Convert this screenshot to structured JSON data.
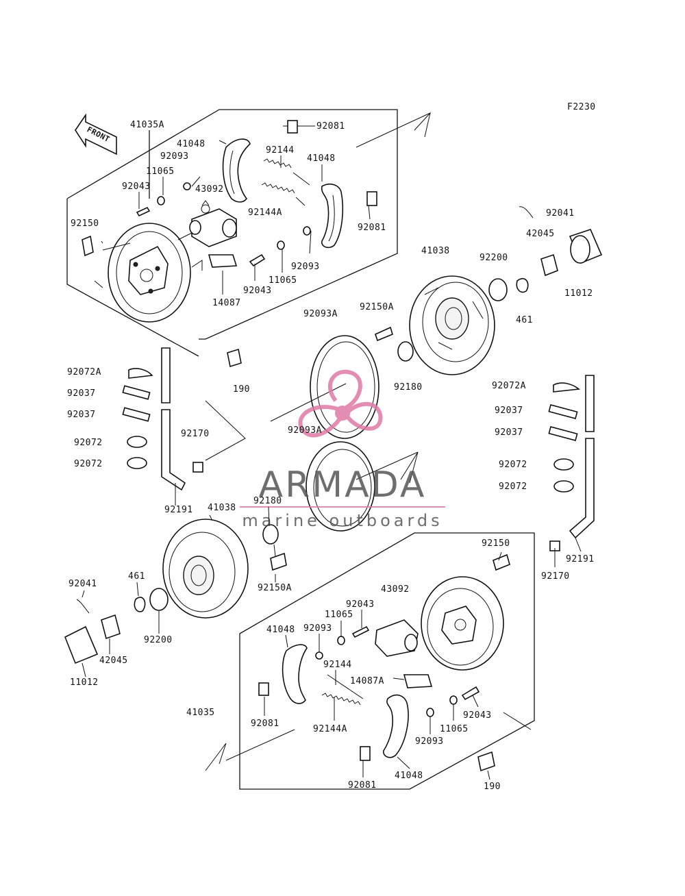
{
  "figure_code": "F2230",
  "front_marker": "FRONT",
  "watermark": {
    "brand": "ARMADA",
    "tagline": "marine outboards",
    "accent": "#e07aa6",
    "color": "#555555"
  },
  "labels": {
    "l41035A": "41035A",
    "l41048a": "41048",
    "l92081a": "92081",
    "l92093a": "92093",
    "l92144a": "92144",
    "l41048b": "41048",
    "l11065a": "11065",
    "l92043a": "92043",
    "l43092a": "43092",
    "l92144Aa": "92144A",
    "l92081b": "92081",
    "l92150a": "92150",
    "l92093b": "92093",
    "l11065b": "11065",
    "l92043b": "92043",
    "l14087": "14087",
    "l92041a": "92041",
    "l42045a": "42045",
    "l11012a": "11012",
    "l41038a": "41038",
    "l92200a": "92200",
    "l461a": "461",
    "l92150Aa": "92150A",
    "l92093Aa": "92093A",
    "l92180a": "92180",
    "l190a": "190",
    "l92072Aa": "92072A",
    "l92037a": "92037",
    "l92037b": "92037",
    "l92072a": "92072",
    "l92072b": "92072",
    "l92170a": "92170",
    "l92093Ab": "92093A",
    "l92191a": "92191",
    "l41038b": "41038",
    "l92180b": "92180",
    "l92072Ab": "92072A",
    "l92037c": "92037",
    "l92037d": "92037",
    "l92072c": "92072",
    "l92072d": "92072",
    "l92191b": "92191",
    "l92150b": "92150",
    "l92170b": "92170",
    "l92041b": "92041",
    "l461b": "461",
    "l92200b": "92200",
    "l42045b": "42045",
    "l11012b": "11012",
    "l92150Ab": "92150A",
    "l43092b": "43092",
    "l92043c": "92043",
    "l11065c": "11065",
    "l41048c": "41048",
    "l92093c": "92093",
    "l92144b": "92144",
    "l14087A": "14087A",
    "l41035": "41035",
    "l92081c": "92081",
    "l92144Ab": "92144A",
    "l92093d": "92093",
    "l11065d": "11065",
    "l92043d": "92043",
    "l92081d": "92081",
    "l41048d": "41048",
    "l190b": "190"
  }
}
